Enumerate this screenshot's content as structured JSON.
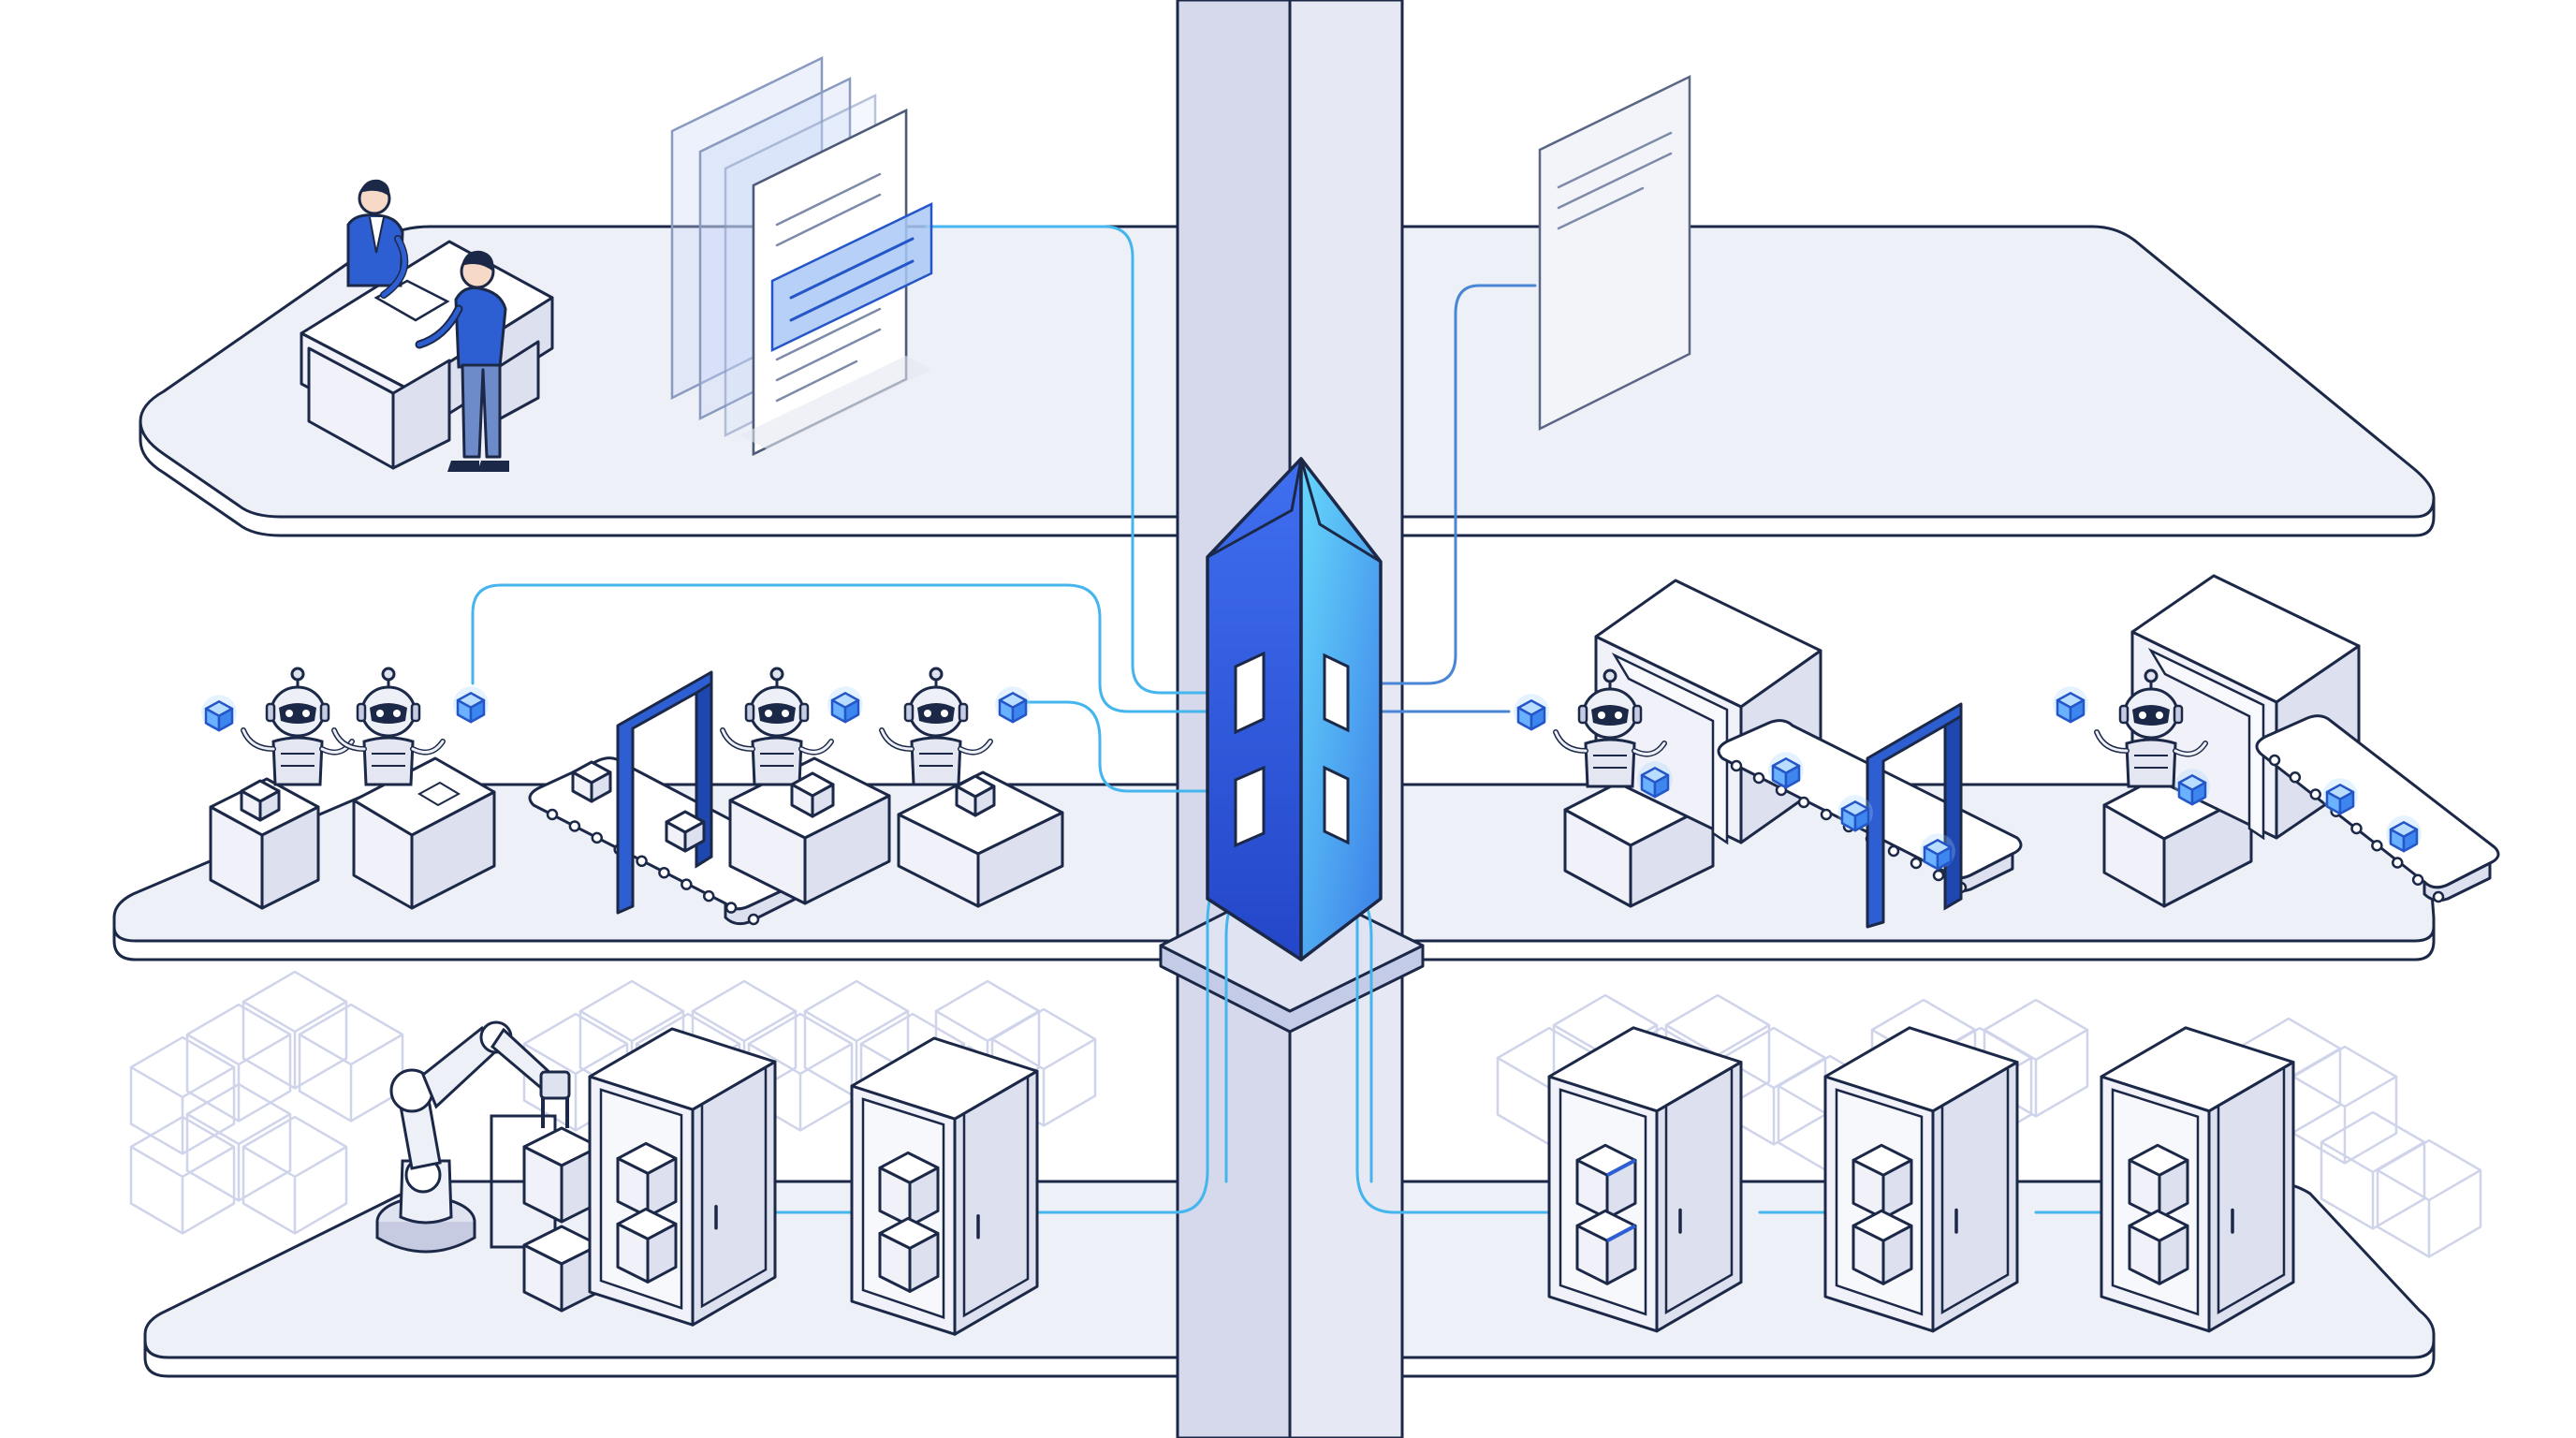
{
  "scene": {
    "background": "#ffffff",
    "colors": {
      "outline": "#1c2847",
      "platform": "#eef0f8",
      "accent_blue": "#2d5fd3",
      "crystal_light": "#5fd0f8",
      "wire": "#45b5ee",
      "ghost_cube": "#cfd4ea"
    }
  },
  "layers": [
    {
      "id": "top",
      "contents": [
        "reception-desk",
        "person",
        "person",
        "document-stack",
        "document"
      ]
    },
    {
      "id": "middle",
      "contents": [
        "robot",
        "robot",
        "robot",
        "robot",
        "robot",
        "robot",
        "conveyor-belt",
        "conveyor-belt",
        "conveyor-belt",
        "gate-arch",
        "gate-arch",
        "scanner-tunnel",
        "scanner-tunnel"
      ]
    },
    {
      "id": "bottom",
      "contents": [
        "robotic-arm",
        "server-cabinet",
        "server-cabinet",
        "server-cabinet",
        "server-cabinet",
        "server-cabinet"
      ]
    }
  ],
  "central_hub": {
    "icon": "crystal-tower-icon",
    "color": "#2d5fd3"
  }
}
